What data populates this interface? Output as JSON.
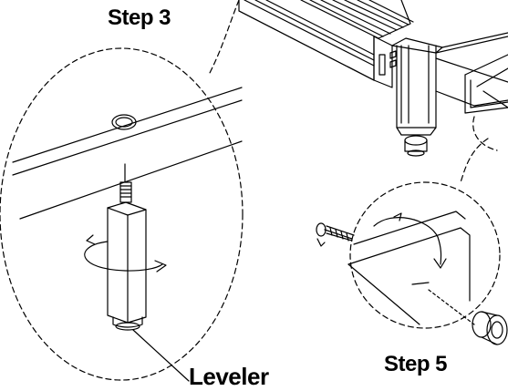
{
  "labels": {
    "step3": "Step 3",
    "step5": "Step 5",
    "leveler": "Leveler"
  },
  "colors": {
    "ink": "#000000",
    "paper": "#ffffff"
  }
}
